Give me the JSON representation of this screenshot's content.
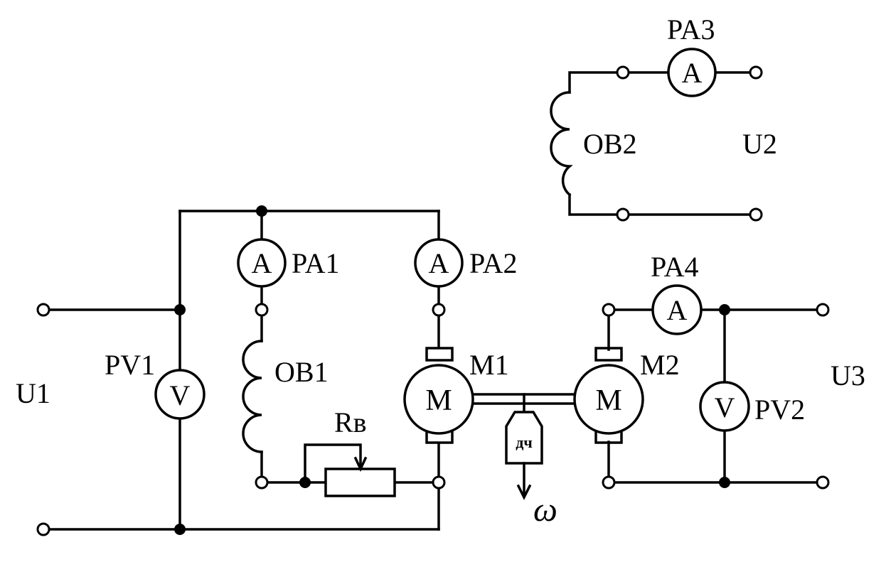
{
  "labels": {
    "PA3": "PA3",
    "PA1": "PA1",
    "PA2": "PA2",
    "PA4": "PA4",
    "PV1": "PV1",
    "PV2": "PV2",
    "OB1": "OB1",
    "OB2": "OB2",
    "U1": "U1",
    "U2": "U2",
    "U3": "U3",
    "M1": "M1",
    "M2": "M2",
    "Rv": "Rв",
    "omega": "ω"
  },
  "symbols": {
    "ammeter": "A",
    "voltmeter": "V",
    "motor": "M",
    "tacho": "дч"
  }
}
